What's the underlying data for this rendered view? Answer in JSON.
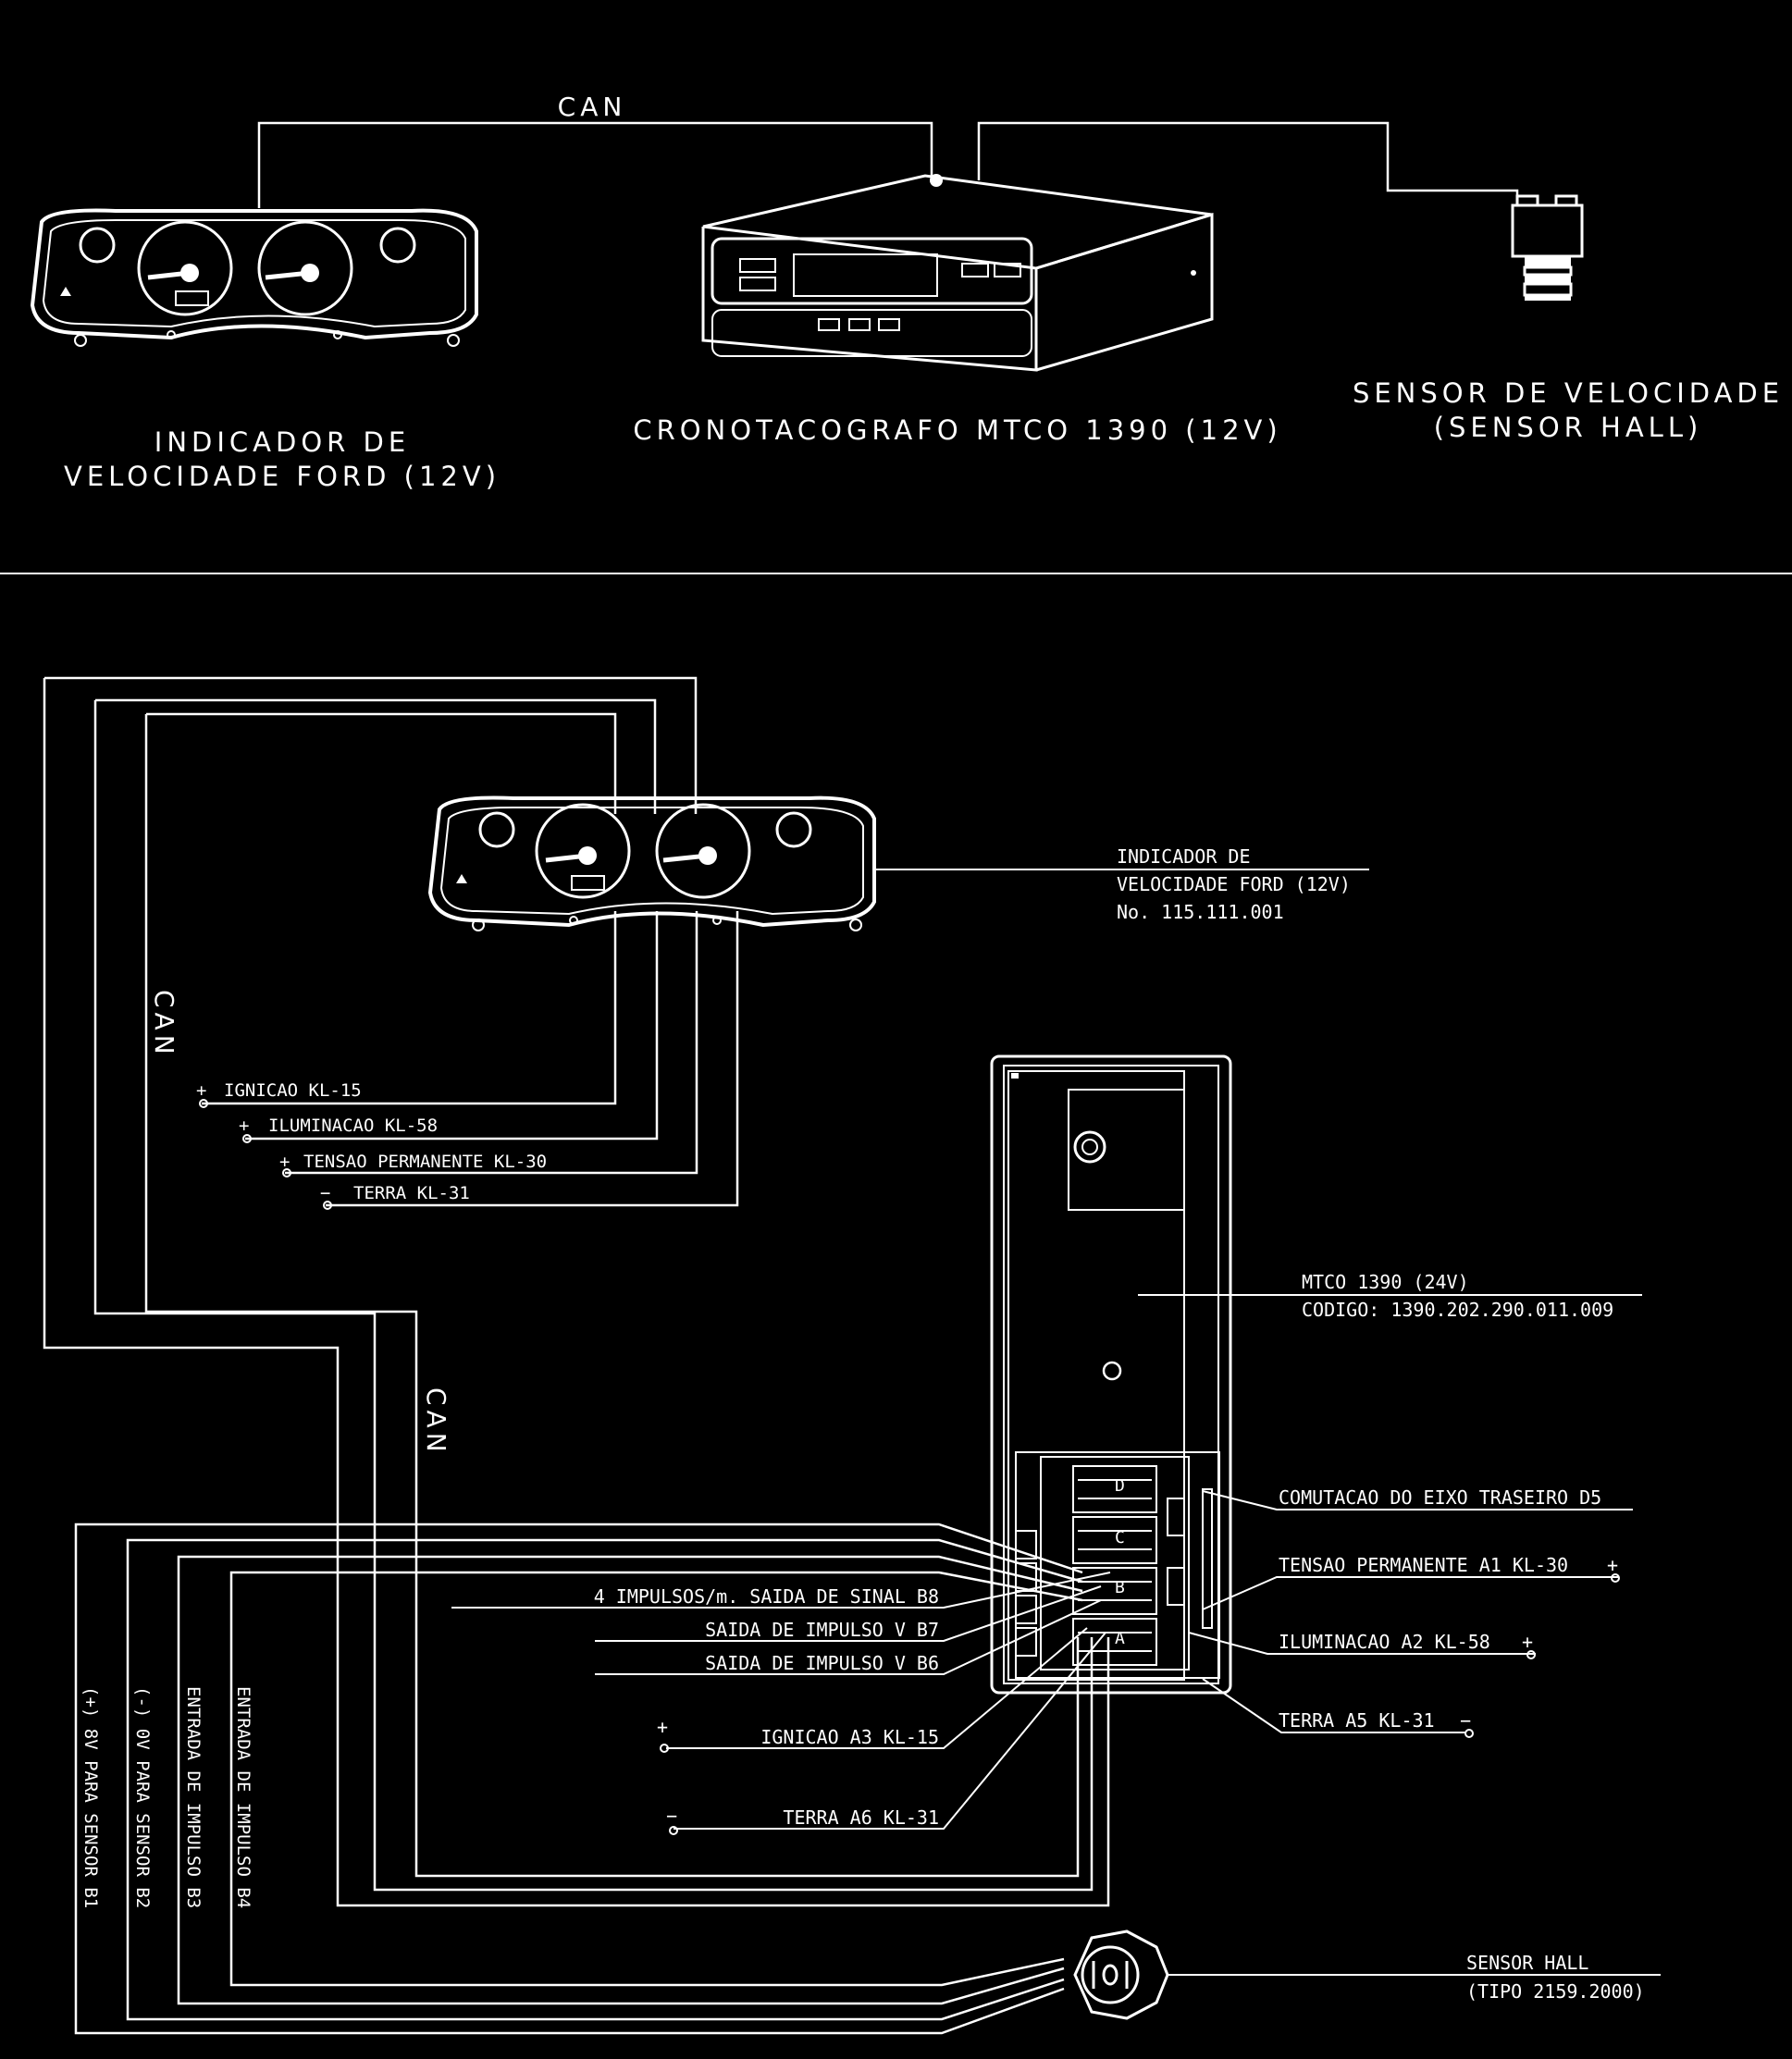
{
  "top": {
    "can_label": "CAN",
    "cluster_label_line1": "INDICADOR DE",
    "cluster_label_line2": "VELOCIDADE FORD (12V)",
    "tacho_label": "CRONOTACOGRAFO MTCO 1390 (12V)",
    "sensor_label_line1": "SENSOR DE VELOCIDADE",
    "sensor_label_line2": "(SENSOR HALL)"
  },
  "bottom": {
    "can_left": "CAN",
    "can_middle": "CAN",
    "cluster_callout": [
      "INDICADOR DE",
      "VELOCIDADE FORD (12V)",
      "No. 115.111.001"
    ],
    "mtco_callout": [
      "MTCO 1390 (24V)",
      "CODIGO: 1390.202.290.011.009"
    ],
    "cluster_wires": [
      {
        "sign": "+",
        "label": "IGNICAO KL-15"
      },
      {
        "sign": "+",
        "label": "ILUMINACAO KL-58"
      },
      {
        "sign": "+",
        "label": "TENSAO PERMANENTE KL-30"
      },
      {
        "sign": "−",
        "label": "TERRA KL-31"
      }
    ],
    "right_pins": [
      {
        "label": "COMUTACAO DO EIXO TRASEIRO D5",
        "sign": ""
      },
      {
        "label": "TENSAO PERMANENTE A1 KL-30",
        "sign": "+"
      },
      {
        "label": "ILUMINACAO A2 KL-58",
        "sign": "+"
      },
      {
        "label": "TERRA A5 KL-31",
        "sign": "−"
      }
    ],
    "left_pins": [
      {
        "label": "4 IMPULSOS/m. SAIDA DE SINAL B8"
      },
      {
        "label": "SAIDA DE IMPULSO V B7"
      },
      {
        "label": "SAIDA DE IMPULSO V B6"
      },
      {
        "label": "IGNICAO A3 KL-15",
        "sign": "+"
      },
      {
        "label": "TERRA A6 KL-31",
        "sign": "−"
      }
    ],
    "sensor_wires": [
      "(+) 8V PARA SENSOR B1",
      "(-) 0V PARA SENSOR B2",
      "ENTRADA DE IMPULSO B3",
      "ENTRADA DE IMPULSO B4"
    ],
    "sensor_callout": [
      "SENSOR HALL",
      "(TIPO 2159.2000)"
    ],
    "connector_marks": [
      "D",
      "C",
      "B",
      "A"
    ]
  }
}
